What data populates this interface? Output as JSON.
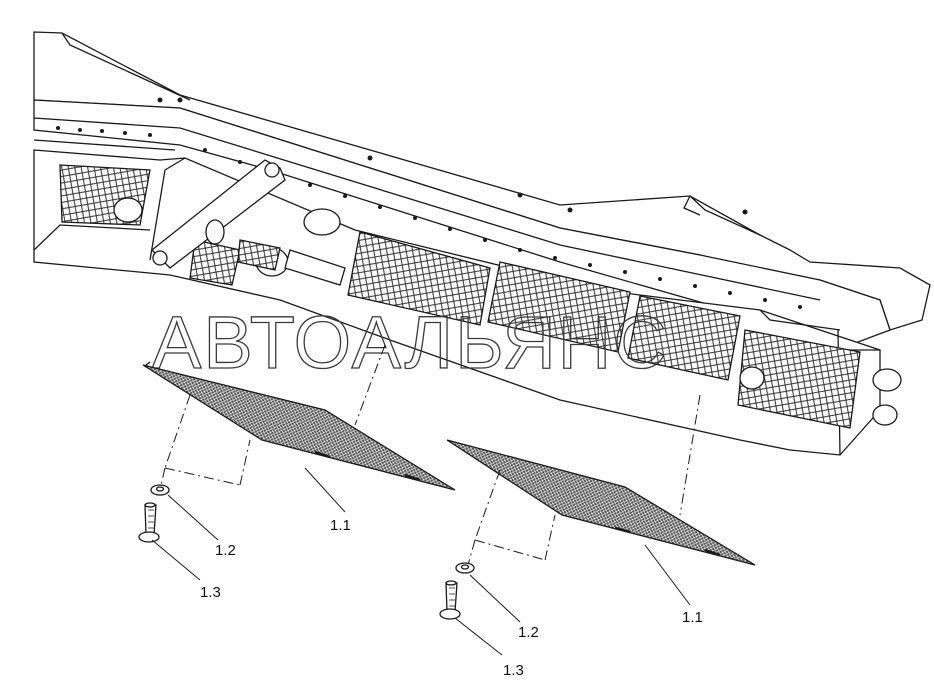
{
  "watermark": {
    "text": "АВТОАЛЬЯНС"
  },
  "callouts": {
    "screen_left": "1.1",
    "washer_left": "1.2",
    "bolt_left": "1.3",
    "screen_right": "1.1",
    "washer_right": "1.2",
    "bolt_right": "1.3"
  },
  "colors": {
    "line": "#1a1a1a",
    "mesh": "#4a4a4a",
    "background": "#ffffff"
  }
}
